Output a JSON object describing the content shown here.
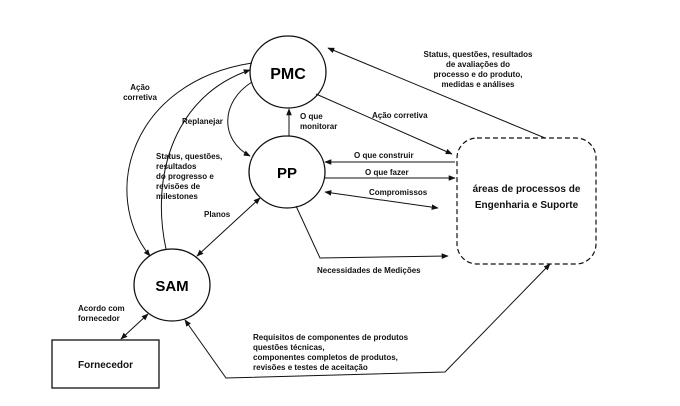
{
  "nodes": {
    "pmc": "PMC",
    "pp": "PP",
    "sam": "SAM",
    "fornecedor": "Fornecedor",
    "areas_line1": "áreas de processos de",
    "areas_line2": "Engenharia e Suporte"
  },
  "labels": {
    "status_top": [
      "Status, questões, resultados",
      "de avaliações do",
      "processo e do produto,",
      "medidas e análises"
    ],
    "acao_corretiva_left": [
      "Ação",
      "corretiva"
    ],
    "replanejar": "Replanejar",
    "o_que_monitorar": [
      "O que",
      "monitorar"
    ],
    "acao_corretiva_mid": "Ação corretiva",
    "status_left": [
      "Status, questões,",
      "resultados",
      "do progresso e",
      "revisões de",
      "milestones"
    ],
    "o_que_construir": "O que construir",
    "o_que_fazer": "O que fazer",
    "compromissos": "Compromissos",
    "planos": "Planos",
    "necessidades": "Necessidades de Medições",
    "acordo": [
      "Acordo com",
      "fornecedor"
    ],
    "requisitos": [
      "Requisitos de componentes de    produtos",
      "questões técnicas,",
      "componentes completos de produtos,",
      "revisões e testes de aceitação"
    ]
  }
}
